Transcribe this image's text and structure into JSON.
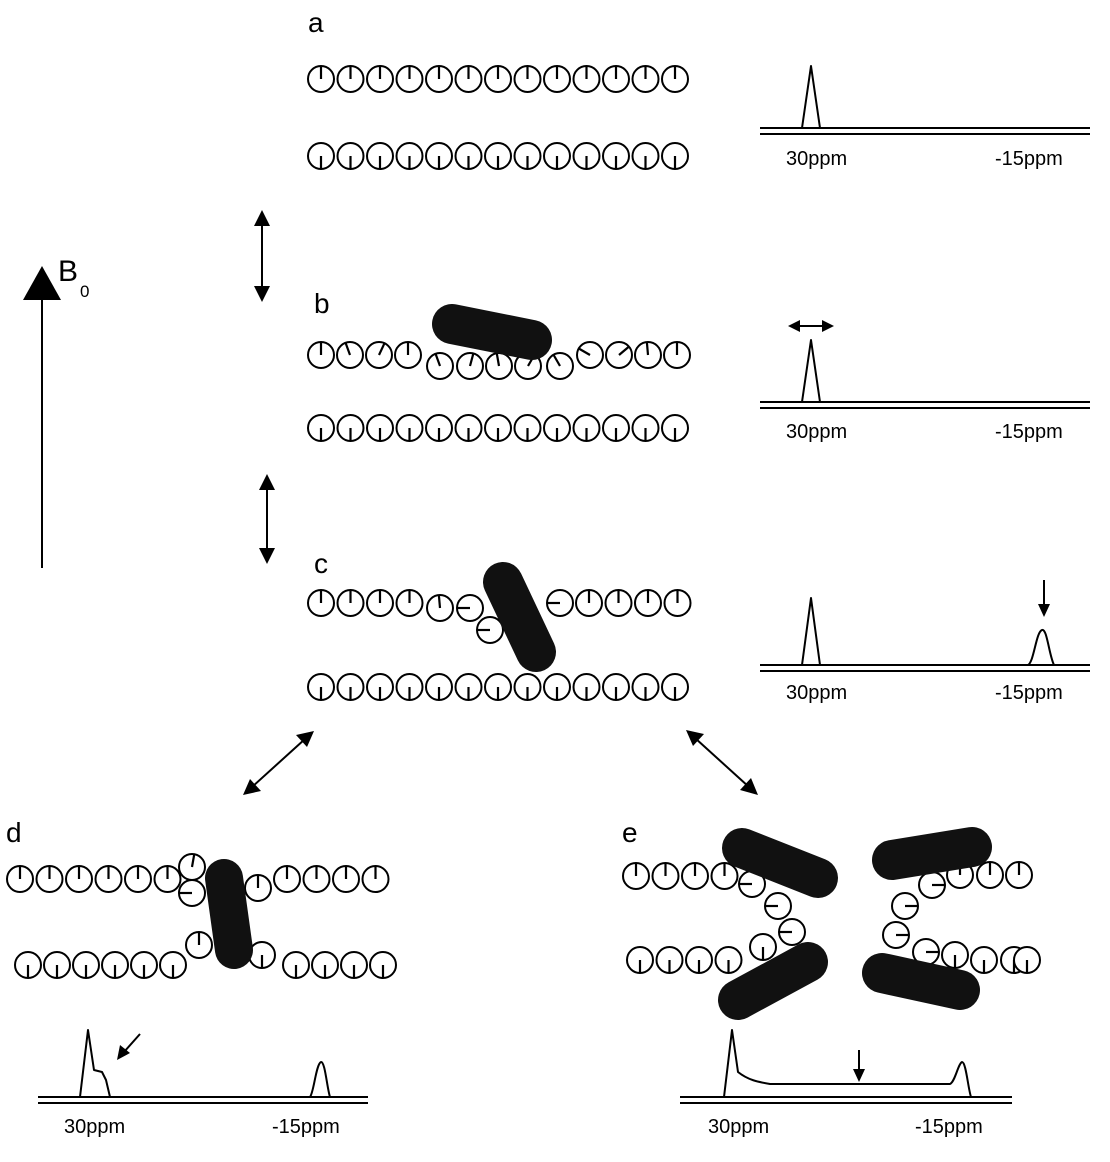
{
  "field": {
    "symbol": "B",
    "subscript": "0"
  },
  "panels": [
    {
      "id": "a",
      "label": "a",
      "ppm_left": "30ppm",
      "ppm_right": "-15ppm"
    },
    {
      "id": "b",
      "label": "b",
      "ppm_left": "30ppm",
      "ppm_right": "-15ppm"
    },
    {
      "id": "c",
      "label": "c",
      "ppm_left": "30ppm",
      "ppm_right": "-15ppm"
    },
    {
      "id": "d",
      "label": "d",
      "ppm_left": "30ppm",
      "ppm_right": "-15ppm"
    },
    {
      "id": "e",
      "label": "e",
      "ppm_left": "30ppm",
      "ppm_right": "-15ppm"
    }
  ],
  "colors": {
    "ink": "#000000",
    "peptide": "#111111",
    "background": "#ffffff"
  }
}
